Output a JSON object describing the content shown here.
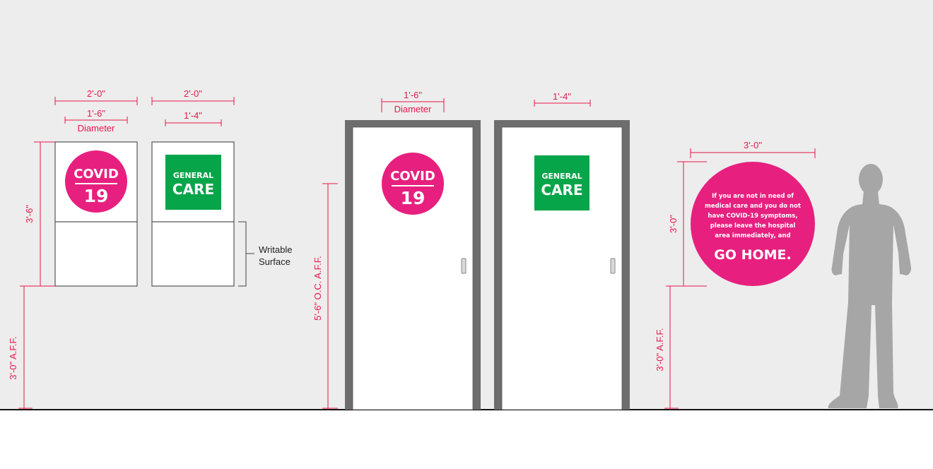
{
  "colors": {
    "wall": "#ededed",
    "floor_line": "#111111",
    "dimension": "#e8174a",
    "covid_magenta": "#e7207f",
    "general_green": "#07a54a",
    "door_frame": "#6d6d6d",
    "silhouette": "#a6a6a6"
  },
  "dimensions": {
    "left_panel_width": "2'-0\"",
    "left_sign_diameter": "1'-6\"",
    "left_sign_diameter_label": "Diameter",
    "right_panel_width": "2'-0\"",
    "right_sign_width": "1'-4\"",
    "panel_height": "3'-6\"",
    "panel_mount_height": "3'-0\" A.F.F.",
    "door_sign_diameter": "1'-6\"",
    "door_sign_diameter_label": "Diameter",
    "door_sign2_width": "1'-4\"",
    "door_sign_center_height": "5'-6\" O.C. A.F.F.",
    "large_sign_width": "3'-0\"",
    "large_sign_height": "3'-0\"",
    "large_sign_mount_height": "3'-0\" A.F.F."
  },
  "annotations": {
    "writable_line1": "Writable",
    "writable_line2": "Surface"
  },
  "signs": {
    "covid_top": "COVID",
    "covid_bottom": "19",
    "general_top": "GENERAL",
    "general_bottom": "CARE",
    "message_lines": [
      "If you are not in need of",
      "medical care and you do not",
      "have COVID-19 symptoms,",
      "please leave the hospital",
      "area immediately, and"
    ],
    "message_emphasis": "GO HOME."
  }
}
